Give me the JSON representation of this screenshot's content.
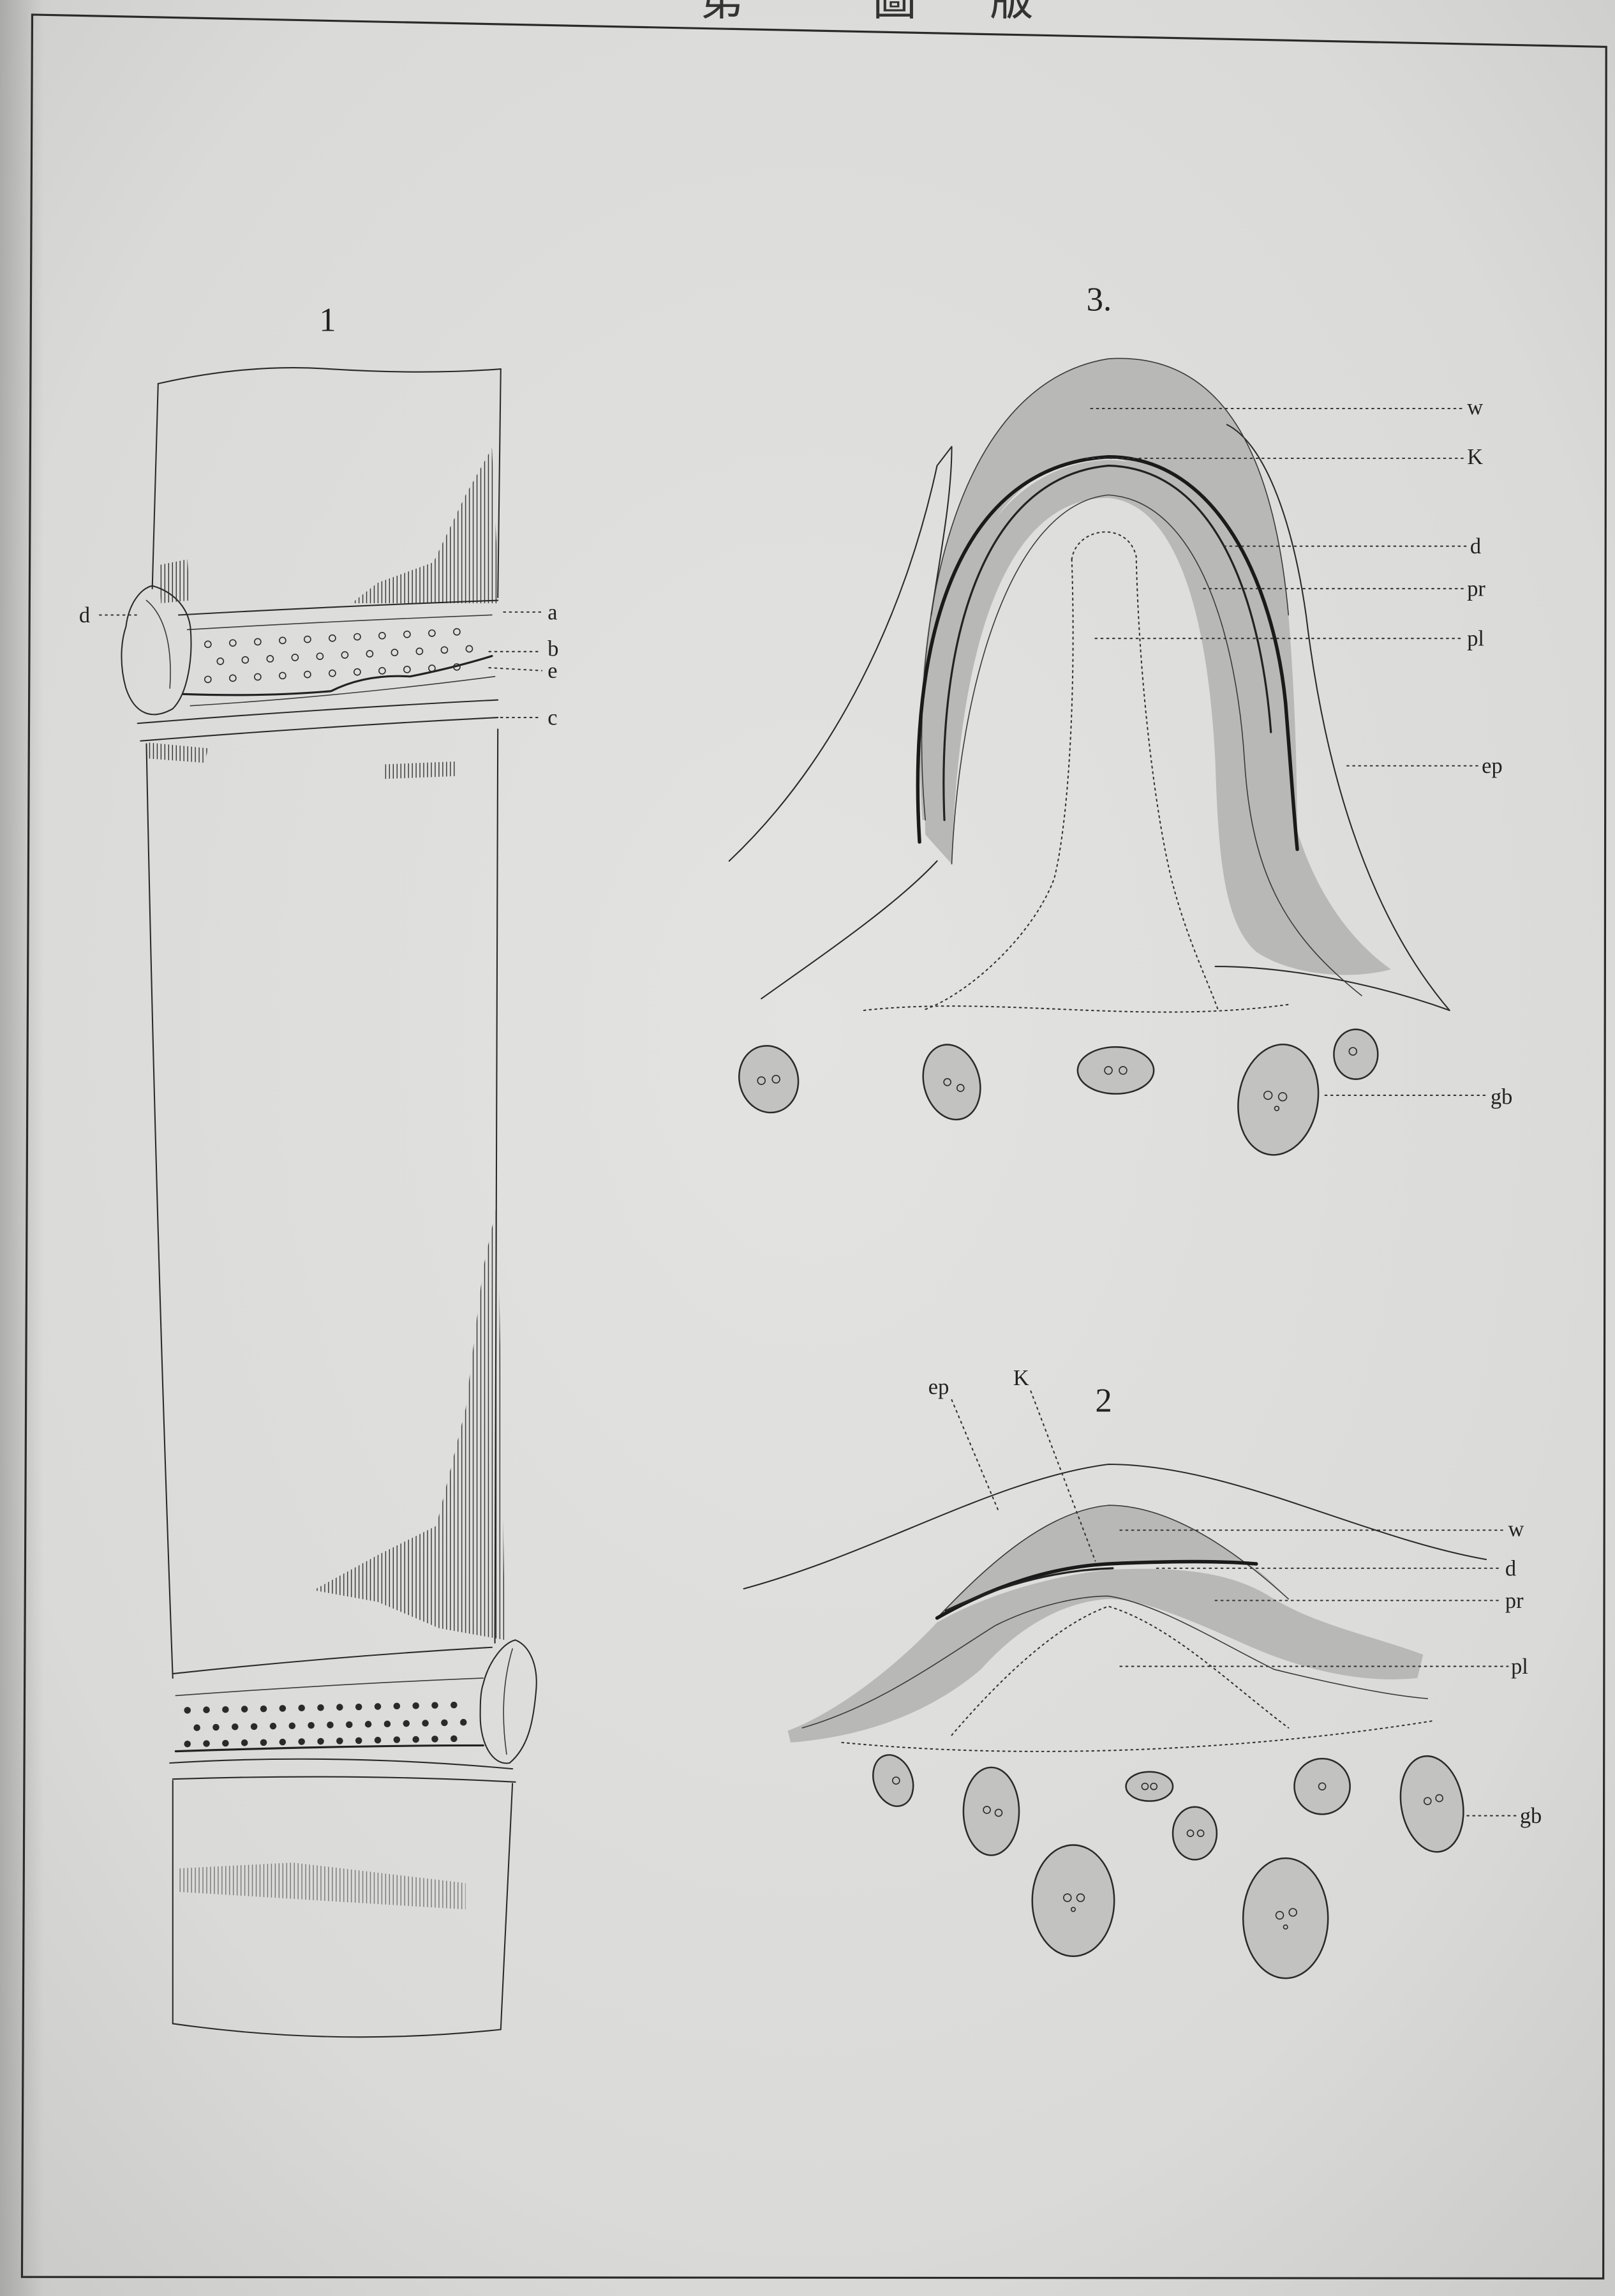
{
  "plate_header": {
    "char_1": "第",
    "char_2": "圖",
    "char_3": "版"
  },
  "figures": {
    "fig1": {
      "number": "1",
      "labels": {
        "bud": "d",
        "a": "a",
        "b": "b",
        "e": "e",
        "c": "c"
      }
    },
    "fig2": {
      "number": "2",
      "labels": {
        "ep": "ep",
        "K": "K",
        "w": "w",
        "d": "d",
        "pr": "pr",
        "pl": "pl",
        "gb": "gb"
      }
    },
    "fig3": {
      "number": "3.",
      "labels": {
        "w": "w",
        "K": "K",
        "d": "d",
        "pr": "pr",
        "pl": "pl",
        "ep": "ep",
        "gb": "gb"
      }
    }
  },
  "colors": {
    "paper": "#d9d9d7",
    "ink": "#2a2a2a",
    "shading": "#b8b8b6"
  }
}
